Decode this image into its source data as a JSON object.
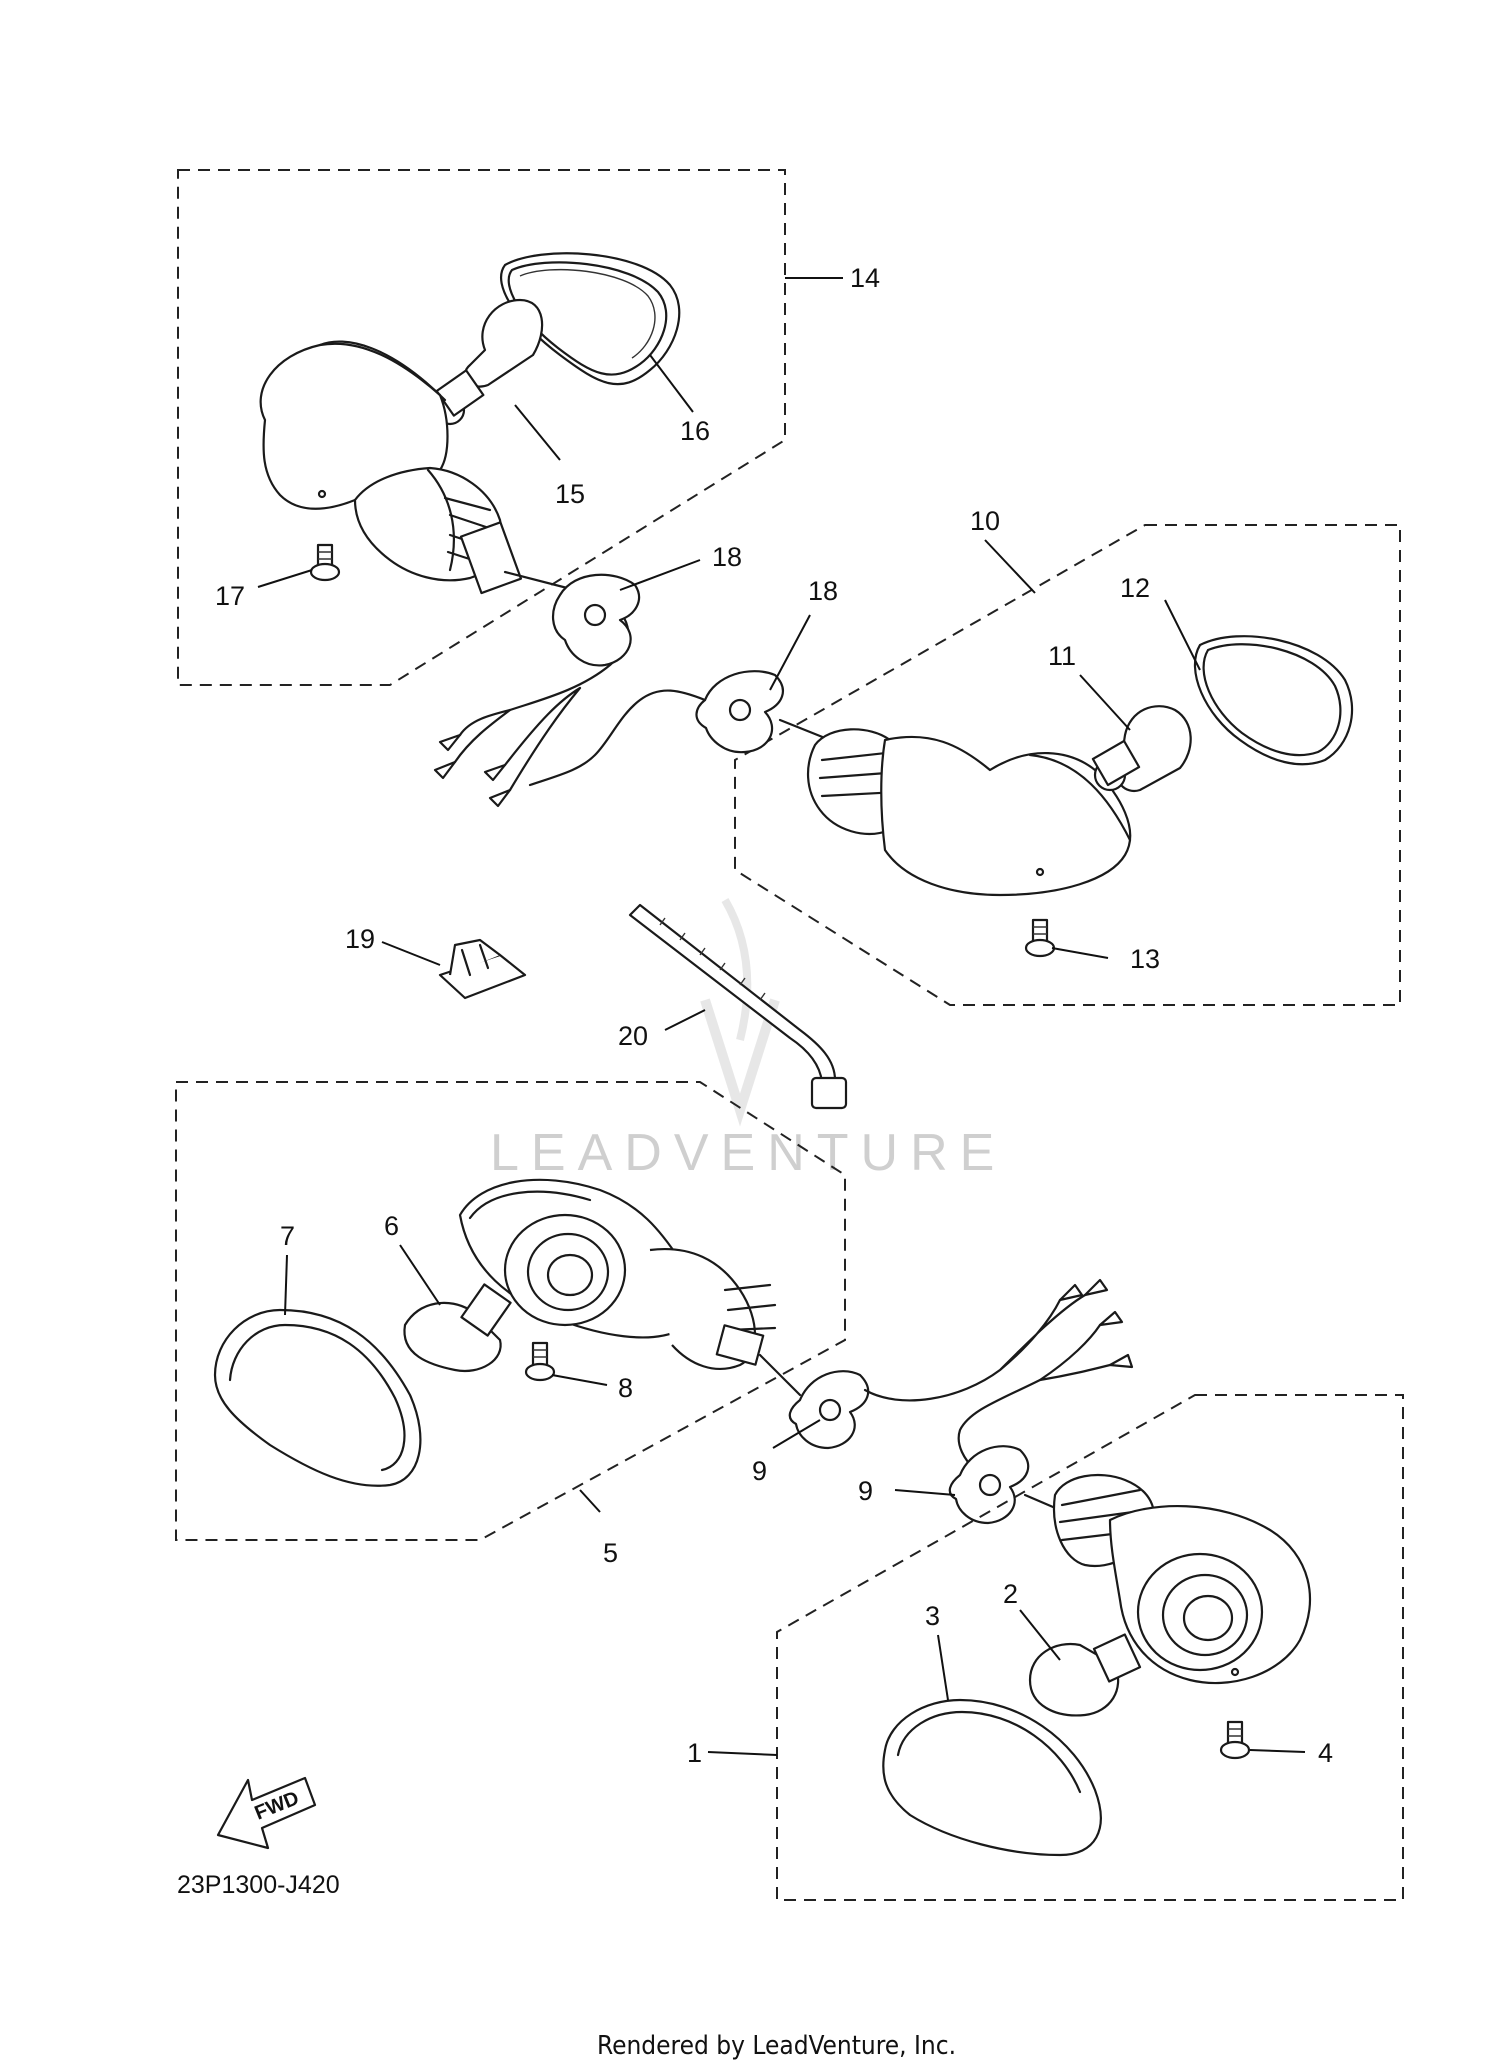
{
  "diagram_code": "23P1300-J420",
  "fwd_label": "FWD",
  "watermark": "LEADVENTURE",
  "footer": "Rendered by LeadVenture, Inc.",
  "callouts": {
    "c1": "1",
    "c2": "2",
    "c3": "3",
    "c4": "4",
    "c5": "5",
    "c6": "6",
    "c7": "7",
    "c8": "8",
    "c9a": "9",
    "c9b": "9",
    "c10": "10",
    "c11": "11",
    "c12": "12",
    "c13": "13",
    "c14": "14",
    "c15": "15",
    "c16": "16",
    "c17": "17",
    "c18a": "18",
    "c18b": "18",
    "c19": "19",
    "c20": "20"
  }
}
